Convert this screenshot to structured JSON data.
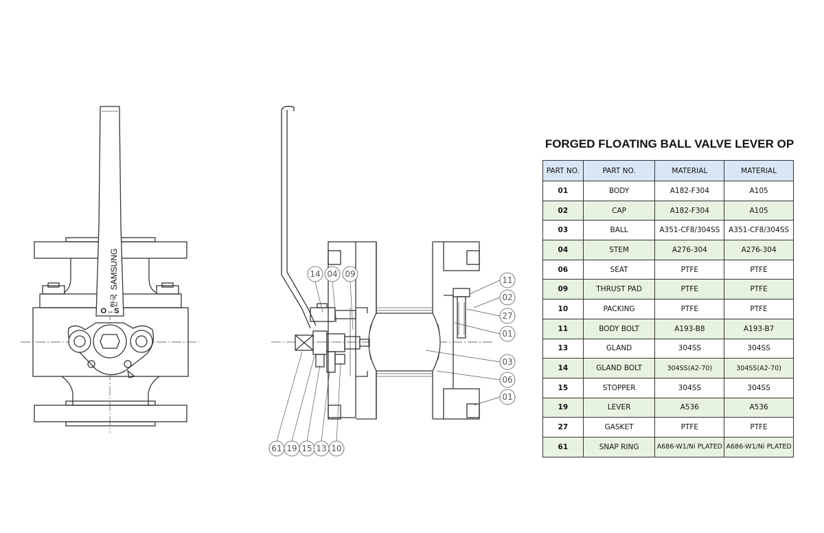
{
  "table": {
    "title": "FORGED FLOATING BALL VALVE LEVER OP",
    "headers": [
      "PART NO.",
      "PART NO.",
      "MATERIAL",
      "MATERIAL"
    ],
    "rows": [
      {
        "no": "01",
        "name": "BODY",
        "mat1": "A182-F304",
        "mat2": "A105"
      },
      {
        "no": "02",
        "name": "CAP",
        "mat1": "A182-F304",
        "mat2": "A105"
      },
      {
        "no": "03",
        "name": "BALL",
        "mat1": "A351-CF8/304SS",
        "mat2": "A351-CF8/304SS"
      },
      {
        "no": "04",
        "name": "STEM",
        "mat1": "A276-304",
        "mat2": "A276-304"
      },
      {
        "no": "06",
        "name": "SEAT",
        "mat1": "PTFE",
        "mat2": "PTFE"
      },
      {
        "no": "09",
        "name": "THRUST PAD",
        "mat1": "PTFE",
        "mat2": "PTFE"
      },
      {
        "no": "10",
        "name": "PACKING",
        "mat1": "PTFE",
        "mat2": "PTFE"
      },
      {
        "no": "11",
        "name": "BODY BOLT",
        "mat1": "A193-B8",
        "mat2": "A193-B7"
      },
      {
        "no": "13",
        "name": "GLAND",
        "mat1": "304SS",
        "mat2": "304SS"
      },
      {
        "no": "14",
        "name": "GLAND BOLT",
        "mat1": "304SS(A2-70)",
        "mat2": "304SS(A2-70)"
      },
      {
        "no": "15",
        "name": "STOPPER",
        "mat1": "304SS",
        "mat2": "304SS"
      },
      {
        "no": "19",
        "name": "LEVER",
        "mat1": "A536",
        "mat2": "A536"
      },
      {
        "no": "27",
        "name": "GASKET",
        "mat1": "PTFE",
        "mat2": "PTFE"
      },
      {
        "no": "61",
        "name": "SNAP RING",
        "mat1": "A686-W1/Ni PLATED",
        "mat2": "A686-W1/Ni PLATED"
      }
    ]
  },
  "lever_marking": {
    "brand": "SAMSUNG",
    "korean": "한국",
    "open_shut": "O↔S"
  },
  "callouts": {
    "top_left": [
      "14",
      "04",
      "09"
    ],
    "right": [
      "11",
      "02",
      "27",
      "01",
      "03",
      "06",
      "01"
    ],
    "bottom": [
      "61",
      "19",
      "15",
      "13",
      "10"
    ]
  }
}
